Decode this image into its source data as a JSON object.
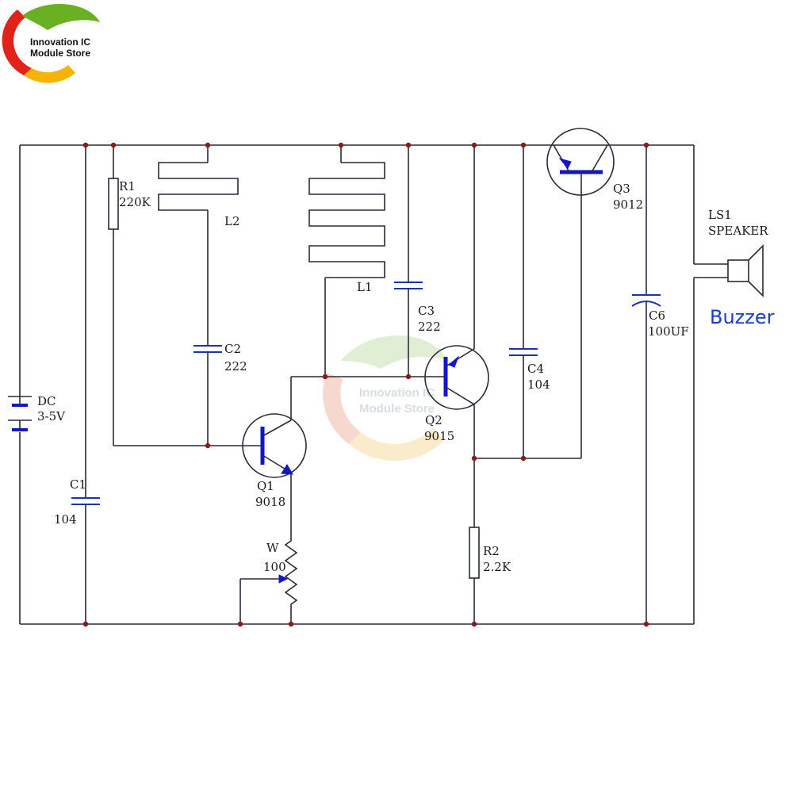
{
  "brand": {
    "logo_line1": "Innovation IC",
    "logo_line2": "Module Store",
    "colors": {
      "red": "#e2231a",
      "yellow": "#f5b400",
      "green": "#6ab023"
    }
  },
  "watermark": {
    "line1": "Innovation IC",
    "line2": "Module Store"
  },
  "components": {
    "R1": {
      "ref": "R1",
      "value": "220K"
    },
    "L2": {
      "ref": "L2"
    },
    "L1": {
      "ref": "L1"
    },
    "C2": {
      "ref": "C2",
      "value": "222"
    },
    "C3": {
      "ref": "C3",
      "value": "222"
    },
    "C4": {
      "ref": "C4",
      "value": "104"
    },
    "C1": {
      "ref": "C1",
      "value": "104"
    },
    "C6": {
      "ref": "C6",
      "value": "100UF"
    },
    "DC": {
      "ref": "DC",
      "value": "3-5V"
    },
    "Q1": {
      "ref": "Q1",
      "value": "9018"
    },
    "Q2": {
      "ref": "Q2",
      "value": "9015"
    },
    "Q3": {
      "ref": "Q3",
      "value": "9012"
    },
    "W": {
      "ref": "W",
      "value": "100"
    },
    "R2": {
      "ref": "R2",
      "value": "2.2K"
    },
    "LS1": {
      "ref": "LS1",
      "value": "SPEAKER"
    }
  },
  "buzzer_label": "Buzzer"
}
